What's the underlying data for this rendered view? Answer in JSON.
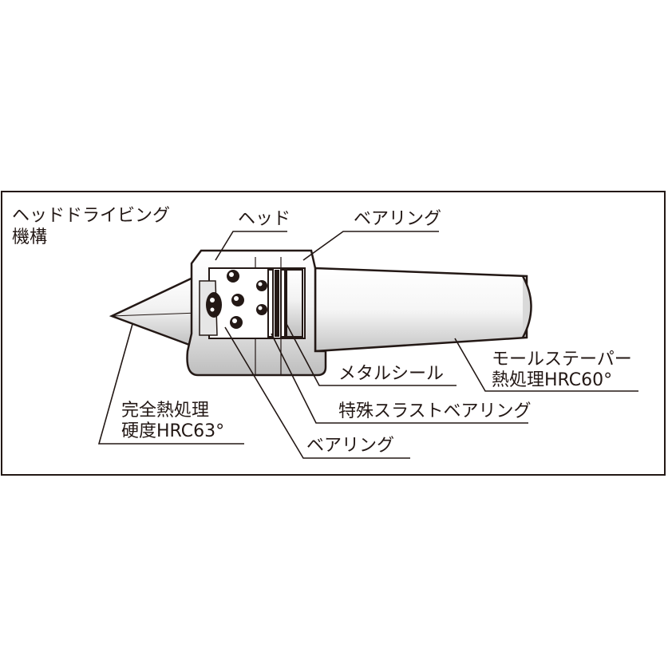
{
  "title": {
    "line1": "ヘッドドライビング",
    "line2": "機構"
  },
  "labels": {
    "head": "ヘッド",
    "bearing_top": "ベアリング",
    "morse_taper_line1": "モールステーパー",
    "morse_taper_line2": "熱処理HRC60°",
    "metal_seal": "メタルシール",
    "thrust_bearing": "特殊スラストベアリング",
    "bearing_bottom": "ベアリング",
    "hardened_line1": "完全熱処理",
    "hardened_line2": "硬度HRC63°"
  },
  "colors": {
    "ink": "#231815",
    "paper": "#ffffff",
    "shade": "#b5b5b6"
  }
}
